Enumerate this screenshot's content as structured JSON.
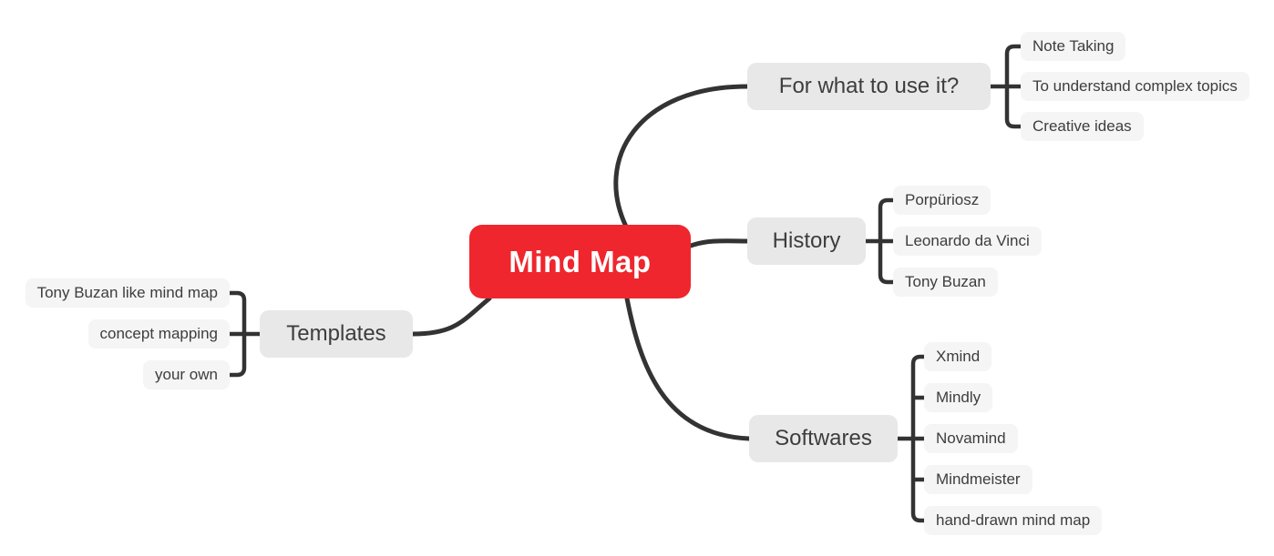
{
  "diagram": {
    "type": "mind-map",
    "root": {
      "label": "Mind Map"
    },
    "branches": [
      {
        "label": "For what to use it?",
        "side": "right",
        "children": [
          "Note Taking",
          "To understand complex topics",
          "Creative ideas"
        ]
      },
      {
        "label": "History",
        "side": "right",
        "children": [
          "Porpüriosz",
          "Leonardo da Vinci",
          "Tony Buzan"
        ]
      },
      {
        "label": "Templates",
        "side": "left",
        "children": [
          "Tony Buzan like mind map",
          "concept mapping",
          "your own"
        ]
      },
      {
        "label": "Softwares",
        "side": "right",
        "children": [
          "Xmind",
          "Mindly",
          "Novamind",
          "Mindmeister",
          "hand-drawn mind map"
        ]
      }
    ],
    "colors": {
      "root_background": "#ef262d",
      "root_text": "#ffffff",
      "topic_background": "#e8e8e8",
      "subtopic_background": "#f5f5f5",
      "text": "#3d3d3d",
      "connector": "#333333",
      "canvas_background": "#ffffff"
    }
  }
}
